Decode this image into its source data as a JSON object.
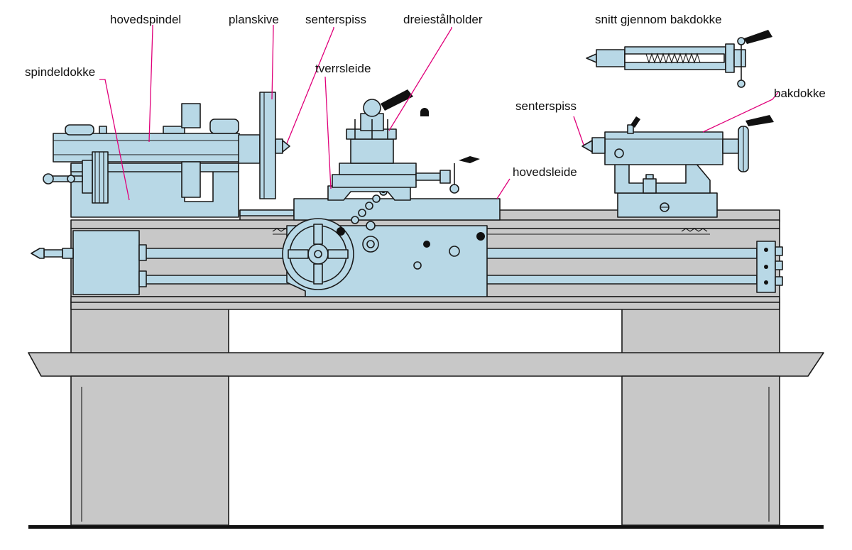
{
  "diagram": {
    "labels": {
      "hovedspindel": "hovedspindel",
      "planskive": "planskive",
      "senterspiss_left": "senterspiss",
      "dreiestalholder": "dreiestålholder",
      "snitt": "snitt gjennom bakdokke",
      "spindeldokke": "spindeldokke",
      "tverrsleide": "tverrsleide",
      "bakdokke": "bakdokke",
      "senterspiss_right": "senterspiss",
      "hovedsleide": "hovedsleide"
    },
    "colors": {
      "machine": "#b8d8e6",
      "stand": "#c8c8c8",
      "outline": "#1a1a1a",
      "leader": "#e0007a",
      "dark": "#111111"
    }
  }
}
